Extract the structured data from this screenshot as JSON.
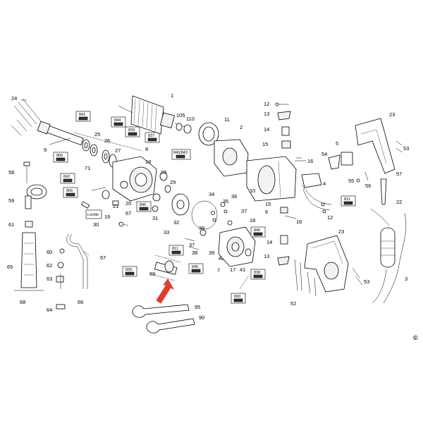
{
  "copyright_mark": "©",
  "part_numbers": {
    "p1": "1",
    "p2": "2",
    "p3": "3",
    "p4": "4",
    "p5": "5",
    "p6": "6",
    "p7": "7",
    "p8": "8",
    "p9": "9",
    "p10": "10",
    "p11": "11",
    "p12a": "12",
    "p12b": "12",
    "p13a": "13",
    "p13b": "13",
    "p14a": "14",
    "p14b": "14",
    "p15a": "15",
    "p15b": "15",
    "p16a": "16",
    "p16b": "16",
    "p17": "17",
    "p18": "18",
    "p19": "19",
    "p20": "20",
    "p21": "21",
    "p22": "22",
    "p23a": "23",
    "p23b": "23",
    "p24": "24",
    "p25": "25",
    "p26": "26",
    "p27": "27",
    "p28": "28",
    "p29": "29",
    "p30": "30",
    "p31": "31",
    "p32": "32",
    "p33": "33",
    "p34": "34",
    "p35": "35",
    "p36a": "36",
    "p36b": "36",
    "p37a": "37",
    "p37b": "37",
    "p38": "38",
    "p39": "39",
    "p40": "40",
    "p41": "41",
    "p52": "52",
    "p53a": "53",
    "p53b": "53",
    "p54": "54",
    "p55": "55",
    "p56": "56",
    "p57": "57",
    "p58": "58",
    "p59": "59",
    "p60": "60",
    "p61": "61",
    "p62": "62",
    "p63": "63",
    "p64": "64",
    "p65": "65",
    "p66": "66",
    "p67a": "67",
    "p67b": "67",
    "p68": "68",
    "p69": "69",
    "p71": "71",
    "p90": "90",
    "p95": "95",
    "p105": "105",
    "p110": "110"
  },
  "label_boxes": {
    "b841": "841",
    "b844": "844",
    "b839": "839",
    "b837": "837",
    "b800a": "800",
    "b842": "842",
    "b806": "806",
    "b840": "840/843",
    "b846a": "846",
    "b846b": "846",
    "b811a": "811",
    "b811b": "811",
    "b836": "836",
    "b845": "845",
    "b838": "838",
    "b800b": "800",
    "b_loctite": "Loctite"
  }
}
